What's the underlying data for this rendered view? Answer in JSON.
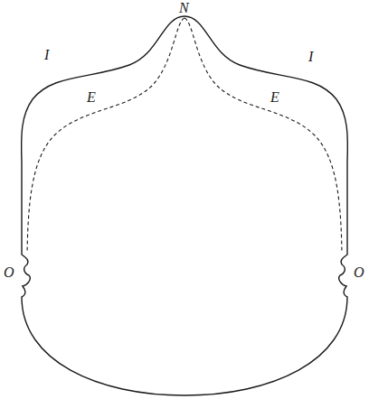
{
  "diagram": {
    "labels": [
      "N",
      "I",
      "I",
      "E",
      "E",
      "O",
      "O"
    ]
  }
}
